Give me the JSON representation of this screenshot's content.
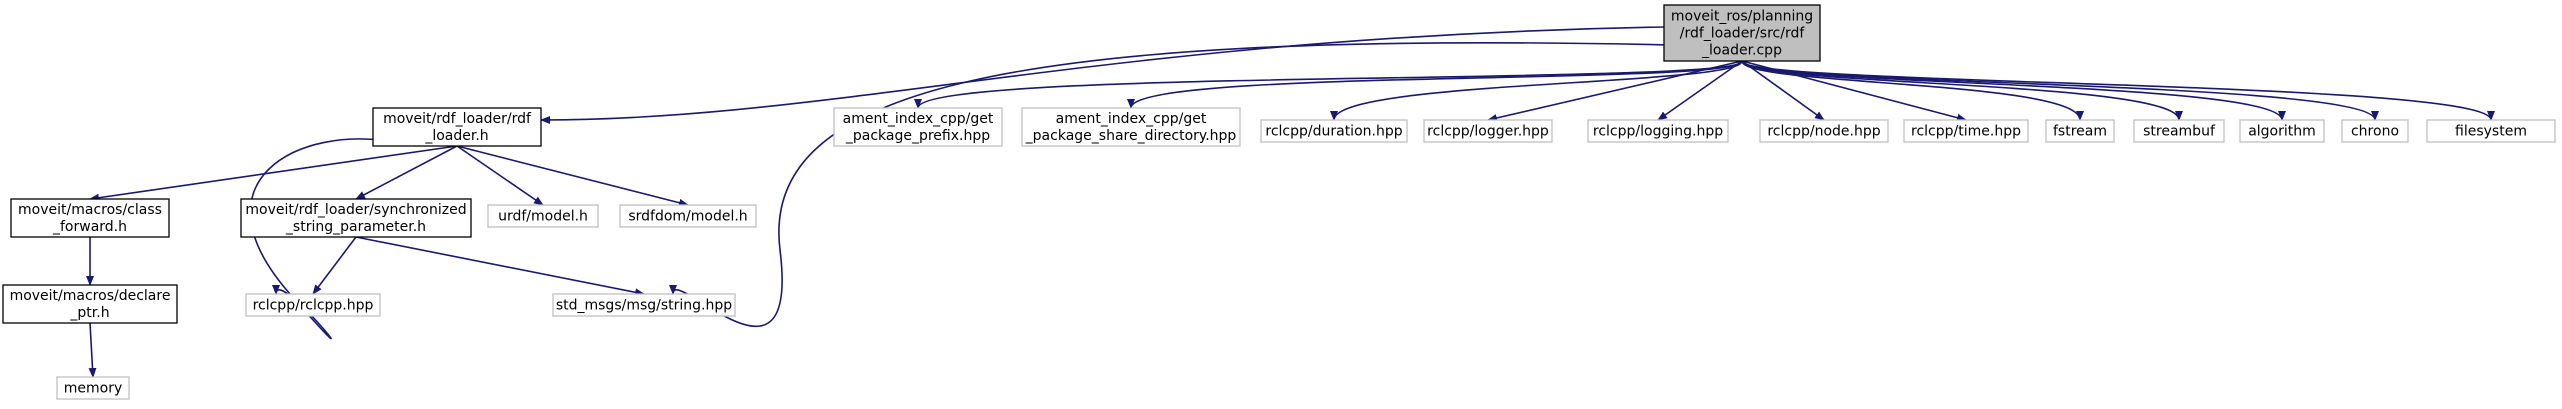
{
  "graph": {
    "kind": "include dependency graph",
    "colors": {
      "root_fill": "#bfbfbf",
      "node_border_documented": "#000000",
      "node_border_external": "#bfbfbf",
      "node_fill": "#ffffff",
      "edge": "#191970",
      "text": "#000000"
    },
    "nodes": {
      "root": {
        "lines": [
          "moveit_ros/planning",
          "/rdf_loader/src/rdf",
          "_loader.cpp"
        ],
        "style": "root"
      },
      "rdf_loader_h": {
        "lines": [
          "moveit/rdf_loader/rdf",
          "_loader.h"
        ],
        "style": "documented"
      },
      "ament_prefix": {
        "lines": [
          "ament_index_cpp/get",
          "_package_prefix.hpp"
        ],
        "style": "external"
      },
      "ament_share": {
        "lines": [
          "ament_index_cpp/get",
          "_package_share_directory.hpp"
        ],
        "style": "external"
      },
      "duration": {
        "lines": [
          "rclcpp/duration.hpp"
        ],
        "style": "external"
      },
      "logger": {
        "lines": [
          "rclcpp/logger.hpp"
        ],
        "style": "external"
      },
      "logging": {
        "lines": [
          "rclcpp/logging.hpp"
        ],
        "style": "external"
      },
      "node": {
        "lines": [
          "rclcpp/node.hpp"
        ],
        "style": "external"
      },
      "time": {
        "lines": [
          "rclcpp/time.hpp"
        ],
        "style": "external"
      },
      "fstream": {
        "lines": [
          "fstream"
        ],
        "style": "external"
      },
      "streambuf": {
        "lines": [
          "streambuf"
        ],
        "style": "external"
      },
      "algorithm": {
        "lines": [
          "algorithm"
        ],
        "style": "external"
      },
      "chrono": {
        "lines": [
          "chrono"
        ],
        "style": "external"
      },
      "filesystem": {
        "lines": [
          "filesystem"
        ],
        "style": "external"
      },
      "class_forward": {
        "lines": [
          "moveit/macros/class",
          "_forward.h"
        ],
        "style": "documented"
      },
      "sync_param": {
        "lines": [
          "moveit/rdf_loader/synchronized",
          "_string_parameter.h"
        ],
        "style": "documented"
      },
      "urdf_model": {
        "lines": [
          "urdf/model.h"
        ],
        "style": "external"
      },
      "srdfdom_model": {
        "lines": [
          "srdfdom/model.h"
        ],
        "style": "external"
      },
      "declare_ptr": {
        "lines": [
          "moveit/macros/declare",
          "_ptr.h"
        ],
        "style": "documented"
      },
      "rclcpp": {
        "lines": [
          "rclcpp/rclcpp.hpp"
        ],
        "style": "external"
      },
      "std_msgs": {
        "lines": [
          "std_msgs/msg/string.hpp"
        ],
        "style": "external"
      },
      "memory": {
        "lines": [
          "memory"
        ],
        "style": "external"
      }
    },
    "edges": [
      [
        "root",
        "rdf_loader_h"
      ],
      [
        "root",
        "std_msgs"
      ],
      [
        "root",
        "ament_prefix"
      ],
      [
        "root",
        "ament_share"
      ],
      [
        "root",
        "duration"
      ],
      [
        "root",
        "logger"
      ],
      [
        "root",
        "logging"
      ],
      [
        "root",
        "node"
      ],
      [
        "root",
        "time"
      ],
      [
        "root",
        "fstream"
      ],
      [
        "root",
        "streambuf"
      ],
      [
        "root",
        "algorithm"
      ],
      [
        "root",
        "chrono"
      ],
      [
        "root",
        "filesystem"
      ],
      [
        "rdf_loader_h",
        "class_forward"
      ],
      [
        "rdf_loader_h",
        "rclcpp"
      ],
      [
        "rdf_loader_h",
        "sync_param"
      ],
      [
        "rdf_loader_h",
        "urdf_model"
      ],
      [
        "rdf_loader_h",
        "srdfdom_model"
      ],
      [
        "class_forward",
        "declare_ptr"
      ],
      [
        "declare_ptr",
        "memory"
      ],
      [
        "sync_param",
        "rclcpp"
      ],
      [
        "sync_param",
        "std_msgs"
      ]
    ]
  }
}
